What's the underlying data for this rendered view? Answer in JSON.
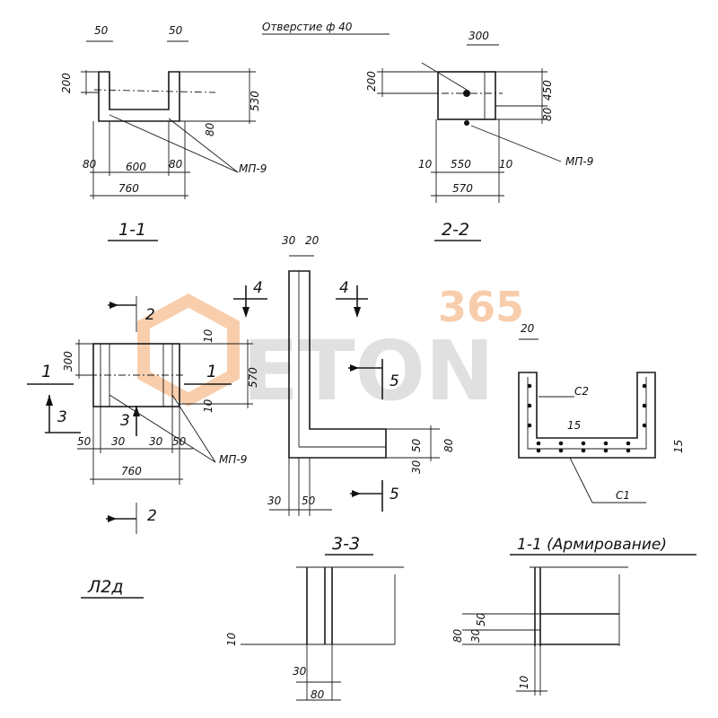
{
  "watermark": {
    "number": "365",
    "word": "ETON",
    "color_orange": "#f2a66a",
    "color_gray": "#c8c8c8"
  },
  "sections": {
    "s11": "1-1",
    "s22": "2-2",
    "s33": "3-3",
    "s11_reinf": "1-1 (Армирование)",
    "mark": "Л2д"
  },
  "notes": {
    "hole": "Отверстие ф 40",
    "mp9": "МП-9",
    "c1": "С1",
    "c2": "С2"
  },
  "dims": {
    "d50": "50",
    "d200": "200",
    "d530": "530",
    "d80": "80",
    "d600": "600",
    "d760": "760",
    "d300": "300",
    "d450": "450",
    "d10": "10",
    "d550": "550",
    "d570": "570",
    "d30": "30",
    "d20": "20",
    "d15": "15"
  },
  "markers": {
    "m1": "1",
    "m2": "2",
    "m3": "3",
    "m4": "4",
    "m5": "5"
  }
}
